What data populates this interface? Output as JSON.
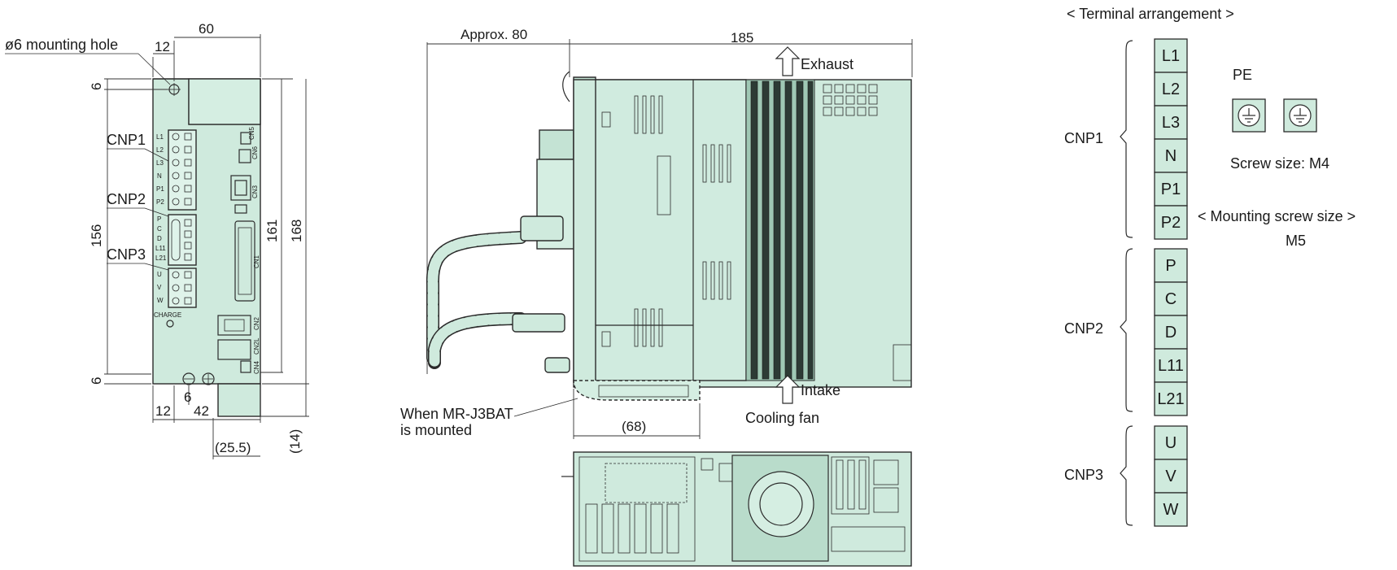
{
  "front_view": {
    "mounting_hole_label": "ø6 mounting hole",
    "dims": {
      "width": "60",
      "hole_offset": "12",
      "top_margin": "6",
      "bottom_margin": "6",
      "height_inner": "156",
      "height_161": "161",
      "height_168": "168",
      "bottom_12": "12",
      "bottom_6": "6",
      "bottom_42": "42",
      "bottom_25_5": "(25.5)",
      "right_14": "(14)"
    },
    "connectors": [
      "CNP1",
      "CNP2",
      "CNP3"
    ],
    "pin_labels": [
      "L1",
      "L2",
      "L3",
      "N",
      "P1",
      "P2",
      "P",
      "C",
      "D",
      "L11",
      "L21",
      "U",
      "V",
      "W"
    ],
    "cn_labels": [
      "CN5",
      "CN6",
      "CN3",
      "CN1",
      "CN2",
      "CN2L",
      "CN4"
    ],
    "charge_label": "CHARGE"
  },
  "side_view": {
    "approx_label": "Approx. 80",
    "depth_label": "185",
    "exhaust_label": "Exhaust",
    "intake_label": "Intake",
    "cooling_fan_label": "Cooling fan",
    "battery_note": "When MR-J3BAT\nis mounted",
    "battery_note_line1": "When MR-J3BAT",
    "battery_note_line2": "is mounted",
    "battery_dim": "(68)"
  },
  "terminal_arrangement": {
    "title": "< Terminal arrangement >",
    "groups": [
      {
        "name": "CNP1",
        "terminals": [
          "L1",
          "L2",
          "L3",
          "N",
          "P1",
          "P2"
        ]
      },
      {
        "name": "CNP2",
        "terminals": [
          "P",
          "C",
          "D",
          "L11",
          "L21"
        ]
      },
      {
        "name": "CNP3",
        "terminals": [
          "U",
          "V",
          "W"
        ]
      }
    ],
    "pe_label": "PE",
    "screw_size": "Screw size: M4",
    "mounting_screw_title": "< Mounting screw size >",
    "mounting_screw_value": "M5"
  }
}
